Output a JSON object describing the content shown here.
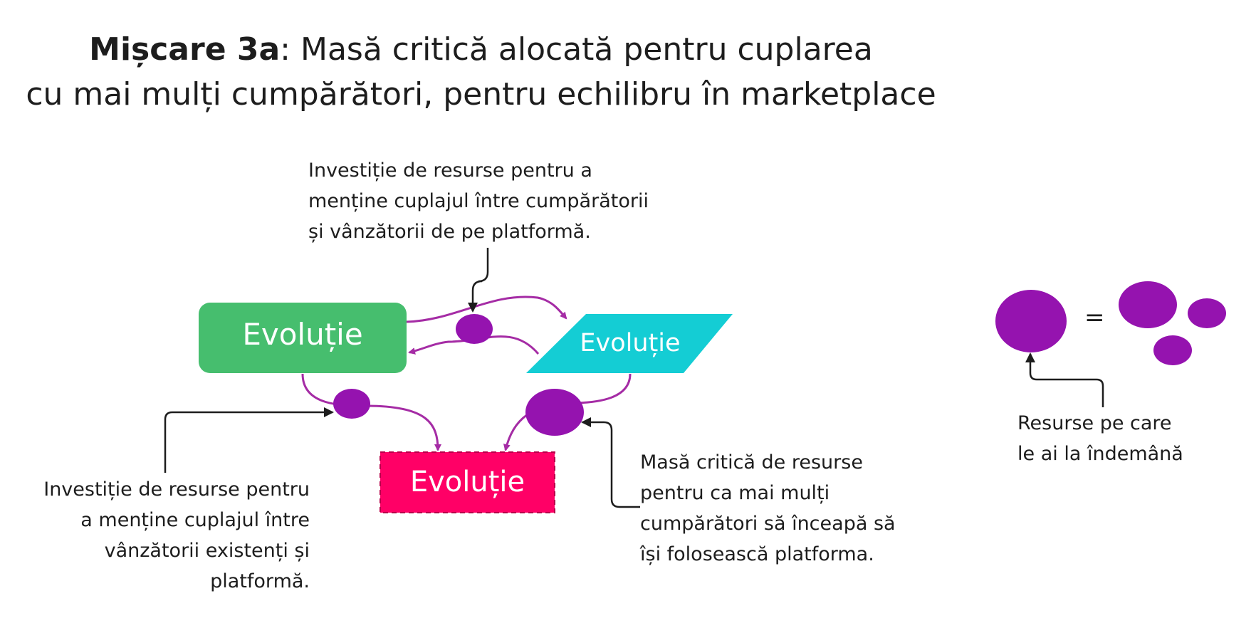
{
  "title": {
    "bold": "Mișcare 3a",
    "line1_rest": ": Masă critică alocată pentru cuplarea",
    "line2": "cu mai mulți cumpărători, pentru echilibru în marketplace"
  },
  "nodes": {
    "green": {
      "label": "Evoluție",
      "color": "#46BE6E"
    },
    "cyan": {
      "label": "Evoluție",
      "color": "#14CDD4"
    },
    "pink": {
      "label": "Evoluție",
      "color": "#FF0066"
    }
  },
  "notes": {
    "top": [
      "Investiție de resurse pentru a",
      "menține cuplajul între cumpărătorii",
      "și vânzătorii de pe platformă."
    ],
    "bottom_left": [
      "Investiție de resurse pentru",
      "a menține cuplajul între",
      "vânzătorii existenți și",
      "platformă."
    ],
    "bottom_right": [
      "Masă critică de resurse",
      "pentru ca mai mulți",
      "cumpărători să înceapă să",
      "își folosească platforma."
    ],
    "legend": [
      "Resurse pe care",
      "le ai la îndemână"
    ]
  },
  "legend": {
    "equals": "="
  },
  "colors": {
    "resource": "#9513AF",
    "flow": "#A52CA5",
    "pointer": "#1D1D1D"
  }
}
